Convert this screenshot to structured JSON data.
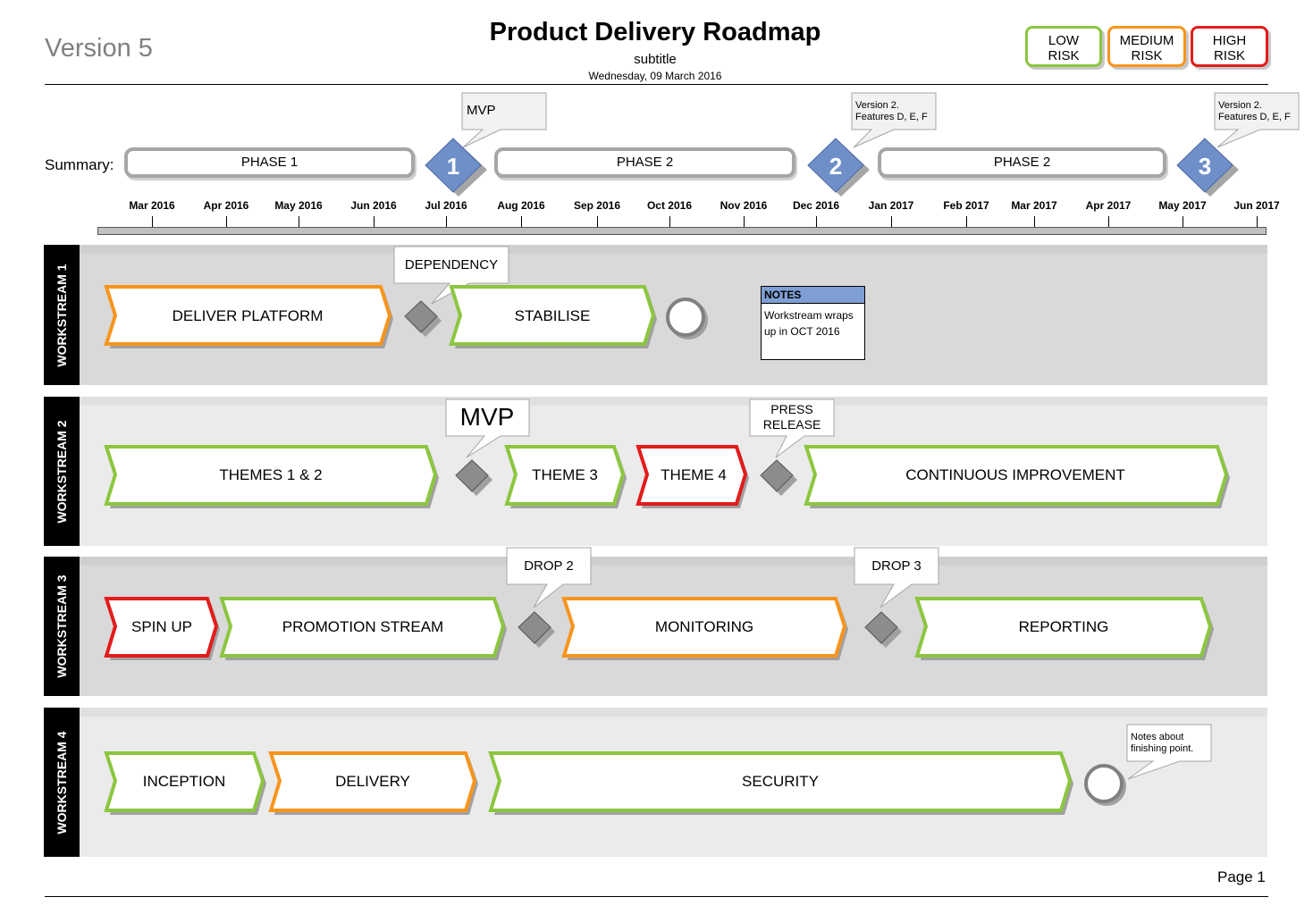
{
  "header": {
    "version": "Version 5",
    "title": "Product Delivery Roadmap",
    "subtitle": "subtitle",
    "date": "Wednesday, 09 March 2016"
  },
  "legend": [
    {
      "line1": "LOW",
      "line2": "RISK",
      "color": "#8cc63f"
    },
    {
      "line1": "MEDIUM",
      "line2": "RISK",
      "color": "#f7941d"
    },
    {
      "line1": "HIGH",
      "line2": "RISK",
      "color": "#e31b1b"
    }
  ],
  "summary": {
    "label": "Summary:",
    "phases": [
      "PHASE 1",
      "PHASE 2",
      "PHASE 2"
    ],
    "milestones": [
      "1",
      "2",
      "3"
    ],
    "callouts": {
      "mvp": "MVP",
      "v2_line1": "Version 2.",
      "v2_line2": "Features D, E, F",
      "v3_line1": "Version 2.",
      "v3_line2": "Features D, E, F"
    }
  },
  "timeline": {
    "months": [
      "Mar 2016",
      "Apr 2016",
      "May 2016",
      "Jun 2016",
      "Jul 2016",
      "Aug 2016",
      "Sep 2016",
      "Oct 2016",
      "Nov 2016",
      "Dec 2016",
      "Jan 2017",
      "Feb 2017",
      "Mar 2017",
      "Apr 2017",
      "May 2017",
      "Jun 2017"
    ]
  },
  "workstreams": [
    {
      "name": "WORKSTREAM 1",
      "tasks": [
        "DELIVER PLATFORM",
        "STABILISE"
      ],
      "callout": "DEPENDENCY",
      "notes": {
        "heading": "NOTES",
        "line1": "Workstream wraps",
        "line2": "up in OCT 2016"
      }
    },
    {
      "name": "WORKSTREAM 2",
      "tasks": [
        "THEMES 1 & 2",
        "THEME 3",
        "THEME 4",
        "CONTINUOUS IMPROVEMENT"
      ],
      "callout_mvp": "MVP",
      "callout_press_1": "PRESS",
      "callout_press_2": "RELEASE"
    },
    {
      "name": "WORKSTREAM 3",
      "tasks": [
        "SPIN UP",
        "PROMOTION STREAM",
        "MONITORING",
        "REPORTING"
      ],
      "callout_drop2": "DROP 2",
      "callout_drop3": "DROP 3"
    },
    {
      "name": "WORKSTREAM 4",
      "tasks": [
        "INCEPTION",
        "DELIVERY",
        "SECURITY"
      ],
      "note_line1": "Notes about",
      "note_line2": "finishing point."
    }
  ],
  "footer": {
    "page": "Page 1"
  }
}
